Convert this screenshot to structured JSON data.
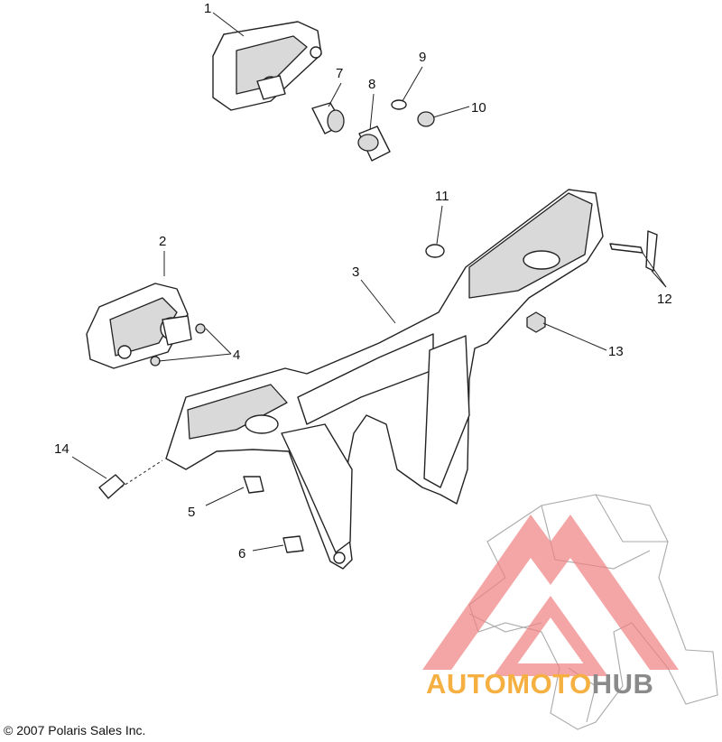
{
  "callouts": [
    "1",
    "2",
    "3",
    "4",
    "5",
    "6",
    "7",
    "8",
    "9",
    "10",
    "11",
    "12",
    "13",
    "14"
  ],
  "copyright": "© 2007 Polaris Sales Inc.",
  "watermark": {
    "part1": "AUTOMOTO",
    "part2": "HUB"
  },
  "colors": {
    "watermark_red": "#f08080",
    "watermark_orange": "#f5b041",
    "watermark_gray": "#8a8a8a",
    "line": "#222222"
  }
}
